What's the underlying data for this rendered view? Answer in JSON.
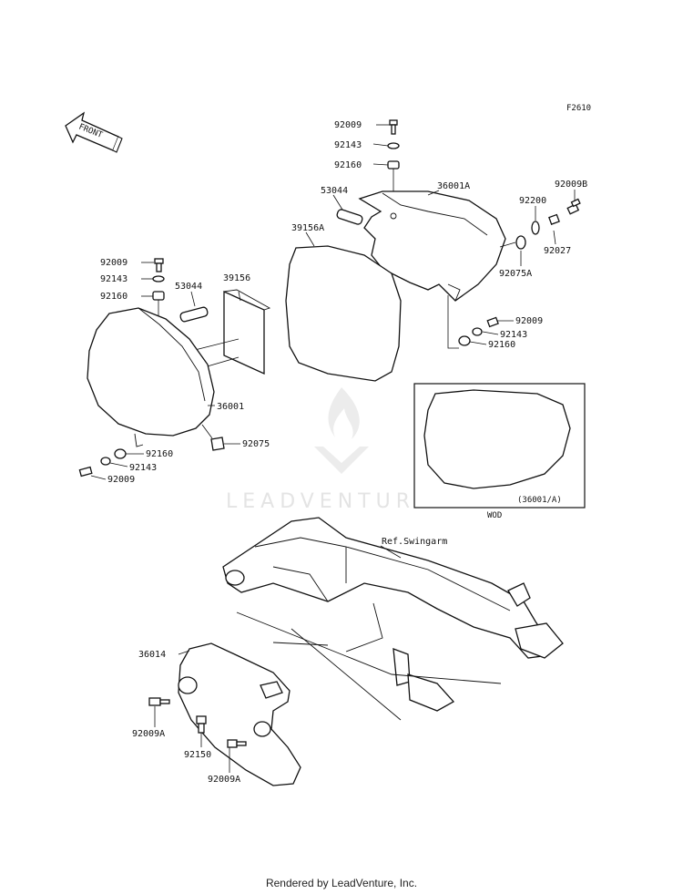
{
  "figure_code": "F2610",
  "front_label": "FRONT",
  "watermark": "LEADVENTURE",
  "footer": "Rendered by LeadVenture, Inc.",
  "inset": {
    "caption": "(36001/A)",
    "note": "WOD"
  },
  "ref_label": "Ref.Swingarm",
  "parts": {
    "p92009_top_r": "92009",
    "p92143_top_r": "92143",
    "p92160_top_r": "92160",
    "p53044_r": "53044",
    "p36001A": "36001A",
    "p92009B": "92009B",
    "p92200": "92200",
    "p39156A": "39156A",
    "p92027": "92027",
    "p92075A": "92075A",
    "p92009_mid_r": "92009",
    "p92143_mid_r": "92143",
    "p92160_mid_r": "92160",
    "p92009_top_l": "92009",
    "p92143_top_l": "92143",
    "p92160_top_l": "92160",
    "p53044_l": "53044",
    "p39156": "39156",
    "p36001": "36001",
    "p92075": "92075",
    "p92160_bot_l": "92160",
    "p92143_bot_l": "92143",
    "p92009_bot_l": "92009",
    "p36014": "36014",
    "p92009A_1": "92009A",
    "p92150": "92150",
    "p92009A_2": "92009A"
  }
}
